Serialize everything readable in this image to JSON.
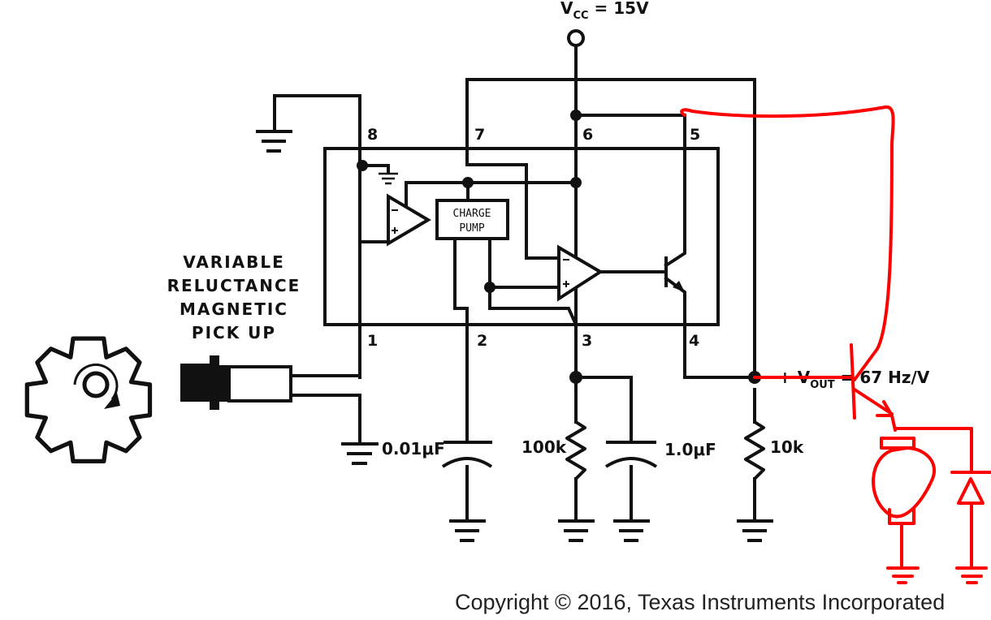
{
  "vcc": {
    "main": "V",
    "sub": "CC",
    "rest": " = 15V"
  },
  "pins": {
    "p1": "1",
    "p2": "2",
    "p3": "3",
    "p4": "4",
    "p5": "5",
    "p6": "6",
    "p7": "7",
    "p8": "8"
  },
  "charge_pump": {
    "line1": "CHARGE",
    "line2": "PUMP"
  },
  "pickup_label": [
    "VARIABLE",
    "RELUCTANCE",
    "MAGNETIC",
    "PICK UP"
  ],
  "components": {
    "c1": "0.01μF",
    "r1": "100k",
    "c2": "1.0μF",
    "r2": "10k"
  },
  "vout": {
    "plus": "+ V",
    "sub": "OUT",
    "rest": " = 67 Hz/V"
  },
  "copyright": "Copyright © 2016, Texas Instruments Incorporated",
  "colors": {
    "ink": "#111111",
    "annotation": "#ff0000"
  }
}
